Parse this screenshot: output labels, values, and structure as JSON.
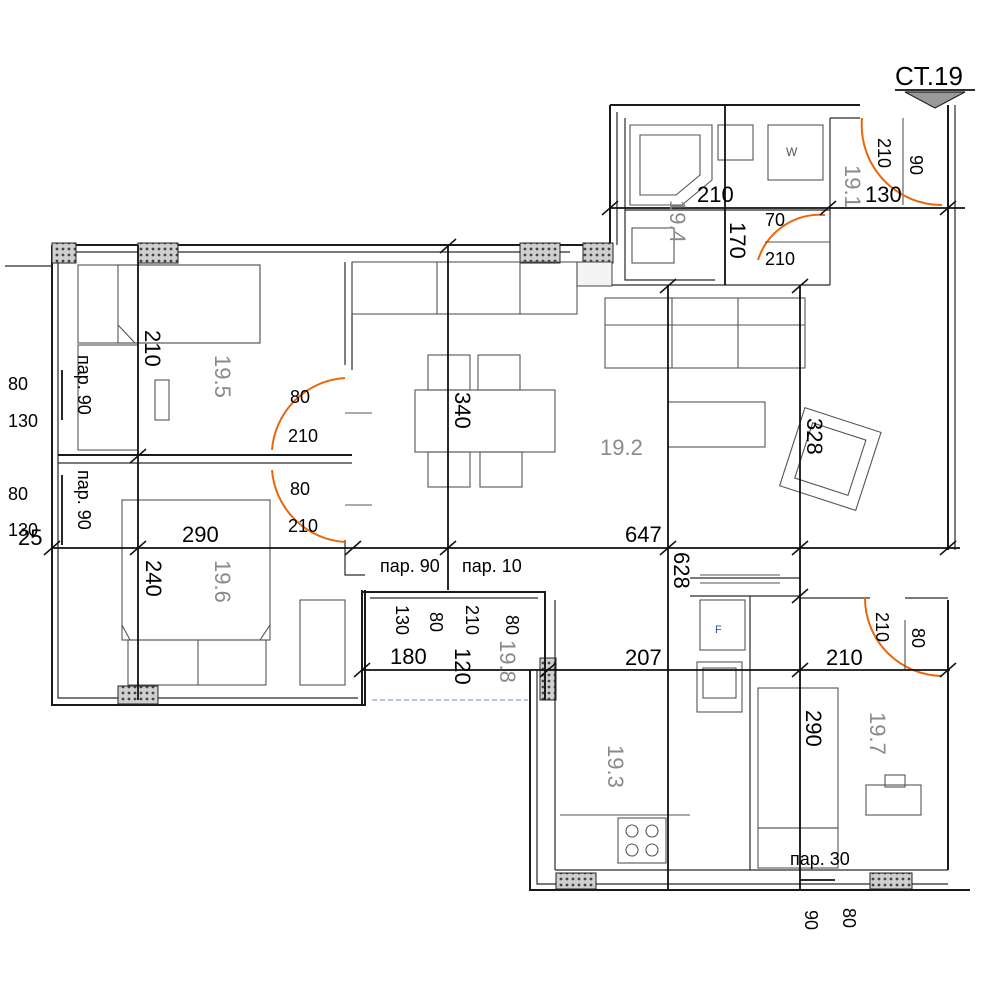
{
  "marker": {
    "label": "CT.19"
  },
  "rooms": [
    {
      "id": "19.1",
      "label": "19.1"
    },
    {
      "id": "19.2",
      "label": "19.2"
    },
    {
      "id": "19.3",
      "label": "19.3"
    },
    {
      "id": "19.4",
      "label": "19.4"
    },
    {
      "id": "19.5",
      "label": "19.5"
    },
    {
      "id": "19.6",
      "label": "19.6"
    },
    {
      "id": "19.7",
      "label": "19.7"
    },
    {
      "id": "19.8",
      "label": "19.8"
    }
  ],
  "dims": {
    "bath_width": "210",
    "wc_width": "130",
    "wc_door_h": "210",
    "wc_door_w": "90",
    "hall_small_h": "170",
    "hall_door_w": "70",
    "hall_door_h": "210",
    "bed1_height": "210",
    "living_height": "340",
    "door_a_w": "80",
    "door_a_h": "210",
    "door_b_w": "80",
    "door_b_h": "210",
    "armchair_dim": "328",
    "window1_w": "80",
    "window1_h": "130",
    "window1_par": "пар. 90",
    "window2_w": "80",
    "window2_h": "130",
    "window2_par": "пар. 90",
    "wall_25": "25",
    "bed2_width": "290",
    "living_width": "647",
    "bed2_height": "240",
    "hall_height": "628",
    "balcony_par1": "пар. 90",
    "balcony_par2": "пар. 10",
    "balcony_w": "180",
    "balcony_h": "120",
    "balcony_v1": "130",
    "balcony_v2": "80",
    "balcony_v3": "210",
    "balcony_v4": "80",
    "kitchen_width": "207",
    "bed3_width": "210",
    "bed3_door_h": "210",
    "bed3_door_w": "80",
    "bed3_height": "290",
    "bottom_par": "пар. 30",
    "bottom_v1": "90",
    "bottom_v2": "80"
  },
  "fixtures": {
    "washer": "W",
    "fridge": "F"
  }
}
